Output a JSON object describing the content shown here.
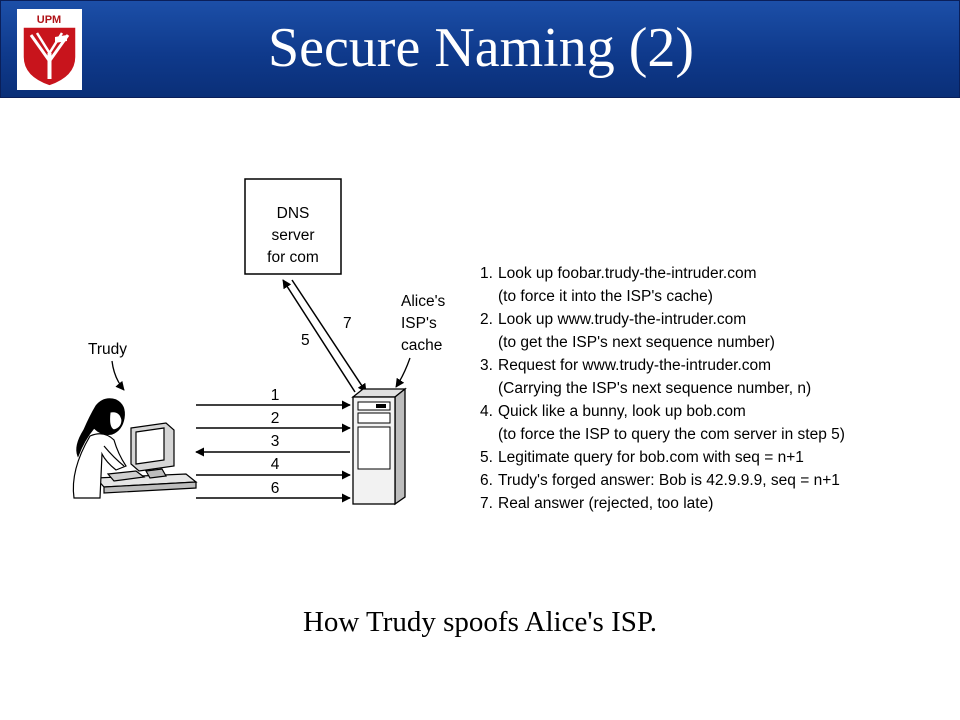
{
  "title": "Secure Naming (2)",
  "logo": {
    "text": "UPM"
  },
  "diagram": {
    "dns_box_lines": [
      "DNS",
      "server",
      "for com"
    ],
    "cache_lines": [
      "Alice's",
      "ISP's",
      "cache"
    ],
    "trudy_label": "Trudy",
    "arrow_5": "5",
    "arrow_7": "7",
    "arrows": [
      "1",
      "2",
      "3",
      "4",
      "6"
    ]
  },
  "steps": [
    {
      "num": "1.",
      "text": "Look up foobar.trudy-the-intruder.com",
      "sub": "(to force it into the ISP's cache)"
    },
    {
      "num": "2.",
      "text": "Look up www.trudy-the-intruder.com",
      "sub": "(to get the ISP's next sequence number)"
    },
    {
      "num": "3.",
      "text": "Request for www.trudy-the-intruder.com",
      "sub": "(Carrying the ISP's next sequence number, n)"
    },
    {
      "num": "4.",
      "text": "Quick like a bunny, look up bob.com",
      "sub": "(to force the ISP to query the com server in step 5)"
    },
    {
      "num": "5.",
      "text": "Legitimate query for bob.com with seq = n+1",
      "sub": ""
    },
    {
      "num": "6.",
      "text": "Trudy's forged answer: Bob is 42.9.9.9, seq = n+1",
      "sub": ""
    },
    {
      "num": "7.",
      "text": "Real answer (rejected, too late)",
      "sub": ""
    }
  ],
  "caption": "How Trudy spoofs Alice's ISP."
}
